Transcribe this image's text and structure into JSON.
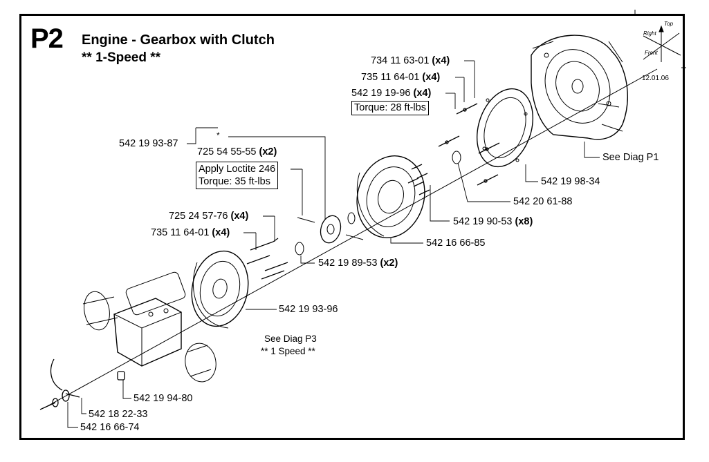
{
  "header": {
    "code": "P2",
    "title": "Engine - Gearbox with Clutch",
    "subtitle": "** 1-Speed **",
    "date": "12.01.06"
  },
  "compass": {
    "top": "Top",
    "right": "Right",
    "front": "Front"
  },
  "parts": [
    {
      "id": "p1",
      "number": "734 11 63-01",
      "qty": "(x4)"
    },
    {
      "id": "p2",
      "number": "735 11 64-01",
      "qty": "(x4)"
    },
    {
      "id": "p3",
      "number": "542 19 19-96",
      "qty": "(x4)"
    },
    {
      "id": "p4",
      "number": "542 19 93-87",
      "qty": ""
    },
    {
      "id": "p5",
      "number": "725 54 55-55",
      "qty": "(x2)"
    },
    {
      "id": "p6",
      "number": "725 24 57-76",
      "qty": "(x4)"
    },
    {
      "id": "p7",
      "number": "735 11 64-01",
      "qty": "(x4)"
    },
    {
      "id": "p8",
      "number": "542 19 98-34",
      "qty": ""
    },
    {
      "id": "p9",
      "number": "542 20 61-88",
      "qty": ""
    },
    {
      "id": "p10",
      "number": "542 19 90-53",
      "qty": "(x8)"
    },
    {
      "id": "p11",
      "number": "542 16 66-85",
      "qty": ""
    },
    {
      "id": "p12",
      "number": "542 19 89-53",
      "qty": "(x2)"
    },
    {
      "id": "p13",
      "number": "542 19 93-96",
      "qty": ""
    },
    {
      "id": "p14",
      "number": "542 19 94-80",
      "qty": ""
    },
    {
      "id": "p15",
      "number": "542 18 22-33",
      "qty": ""
    },
    {
      "id": "p16",
      "number": "542 16 66-74",
      "qty": ""
    }
  ],
  "notes": {
    "torque_28": "Torque: 28 ft-lbs",
    "loctite": "Apply Loctite 246",
    "torque_35": "Torque:  35 ft-lbs",
    "asterisk": "*",
    "see_p1": "See Diag P1",
    "see_p3": "See Diag P3",
    "see_p3_sub": "** 1 Speed **"
  }
}
